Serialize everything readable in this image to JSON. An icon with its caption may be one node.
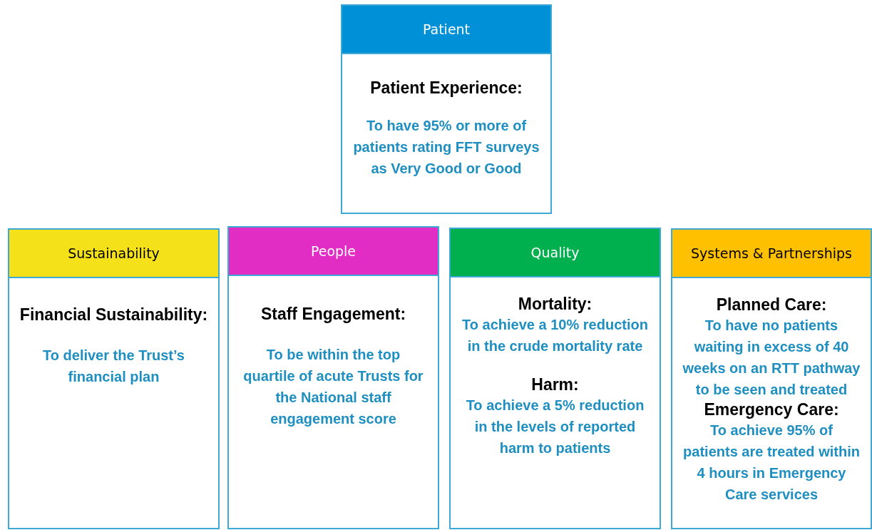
{
  "diagram": {
    "nodes": [
      {
        "text": [
          "Patient",
          "Patient Experience:",
          "To have 95% or more of patients rating FFT surveys as Very Good or Good"
        ]
      },
      {
        "text": [
          "Sustainability",
          "Financial Sustainability:",
          "To deliver the Trust’s financial plan"
        ]
      },
      {
        "text": [
          "People",
          "Staff Engagement:",
          "To be within the top quartile of acute Trusts for the National staff engagement score"
        ]
      },
      {
        "text": [
          "Quality",
          "Mortality:",
          "To achieve a 10% reduction in the crude mortality rate",
          "Harm:",
          "To achieve a 5% reduction in the levels of reported harm to patients"
        ]
      },
      {
        "text": [
          "Systems & Partnerships",
          "Planned Care:",
          "To have no patients waiting in excess of 40 weeks on an RTT pathway to be seen and treated",
          "Emergency Care:",
          "To achieve 95% of patients are treated within 4 hours in Emergency Care services"
        ]
      }
    ]
  }
}
